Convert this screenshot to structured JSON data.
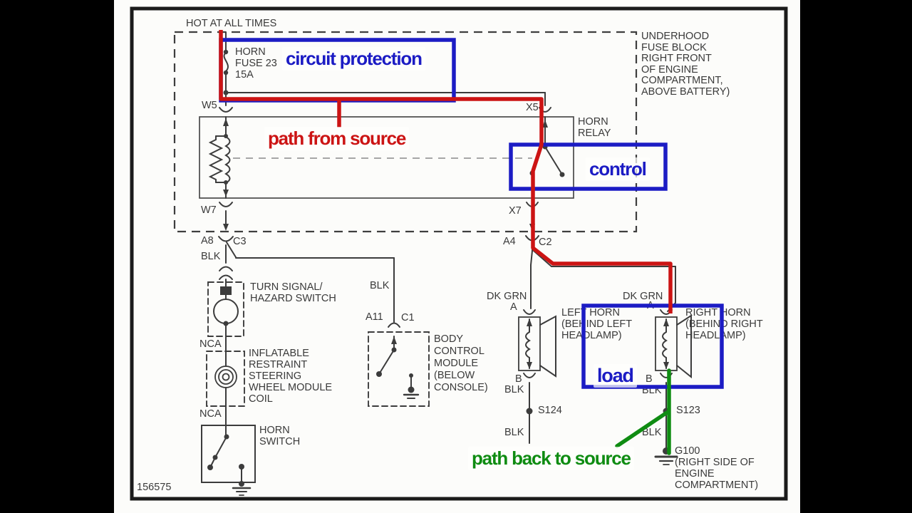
{
  "colors": {
    "letterbox": "#000000",
    "page_background": "#fcfcfa",
    "wire": "#3c3c3c",
    "label_text": "#3a3a3a",
    "annotation_red": "#cc1414",
    "annotation_blue": "#1c1cc4",
    "annotation_green": "#0f8c12"
  },
  "diagram": {
    "power_label": "HOT AT ALL TIMES",
    "fuse_label": "HORN\nFUSE 23\n15A",
    "fuse_block_note": "UNDERHOOD\nFUSE BLOCK\nRIGHT FRONT\nOF ENGINE\nCOMPARTMENT,\nABOVE BATTERY)",
    "relay_label": "HORN\nRELAY",
    "reference_number": "156575",
    "nca_upper": "NCA",
    "nca_lower": "NCA",
    "pins": {
      "w5": "W5",
      "x5": "X5",
      "w7": "W7",
      "x7": "X7",
      "a8": "A8",
      "c3": "C3",
      "a4": "A4",
      "c2": "C2",
      "a11": "A11",
      "c1": "C1",
      "b_left": "B",
      "b_right": "B",
      "a_left": "A",
      "a_right": "A"
    },
    "wires": {
      "blk_a8": "BLK",
      "blk_bcm": "BLK",
      "dk_grn_left": "DK GRN",
      "dk_grn_right": "DK GRN",
      "blk_left_upper": "BLK",
      "blk_left_lower": "BLK",
      "blk_right_upper": "BLK",
      "blk_right_lower": "BLK"
    },
    "splices": {
      "s124": "S124",
      "s123": "S123"
    },
    "ground": {
      "id": "G100",
      "location": "(RIGHT SIDE OF\nENGINE\nCOMPARTMENT)"
    },
    "components": {
      "turn_signal_switch": "TURN SIGNAL/\nHAZARD SWITCH",
      "sir_coil": "INFLATABLE\nRESTRAINT\nSTEERING\nWHEEL MODULE\nCOIL",
      "horn_switch": "HORN\nSWITCH",
      "body_control_module": "BODY\nCONTROL\nMODULE\n(BELOW\nCONSOLE)",
      "left_horn": "LEFT HORN\n(BEHIND LEFT\nHEADLAMP)",
      "right_horn": "RIGHT HORN\n(BEHIND RIGHT\nHEADLAMP)"
    }
  },
  "annotations": {
    "circuit_protection": "circuit protection",
    "path_from_source": "path from source",
    "control": "control",
    "load": "load",
    "path_back_to_source": "path back to source"
  }
}
